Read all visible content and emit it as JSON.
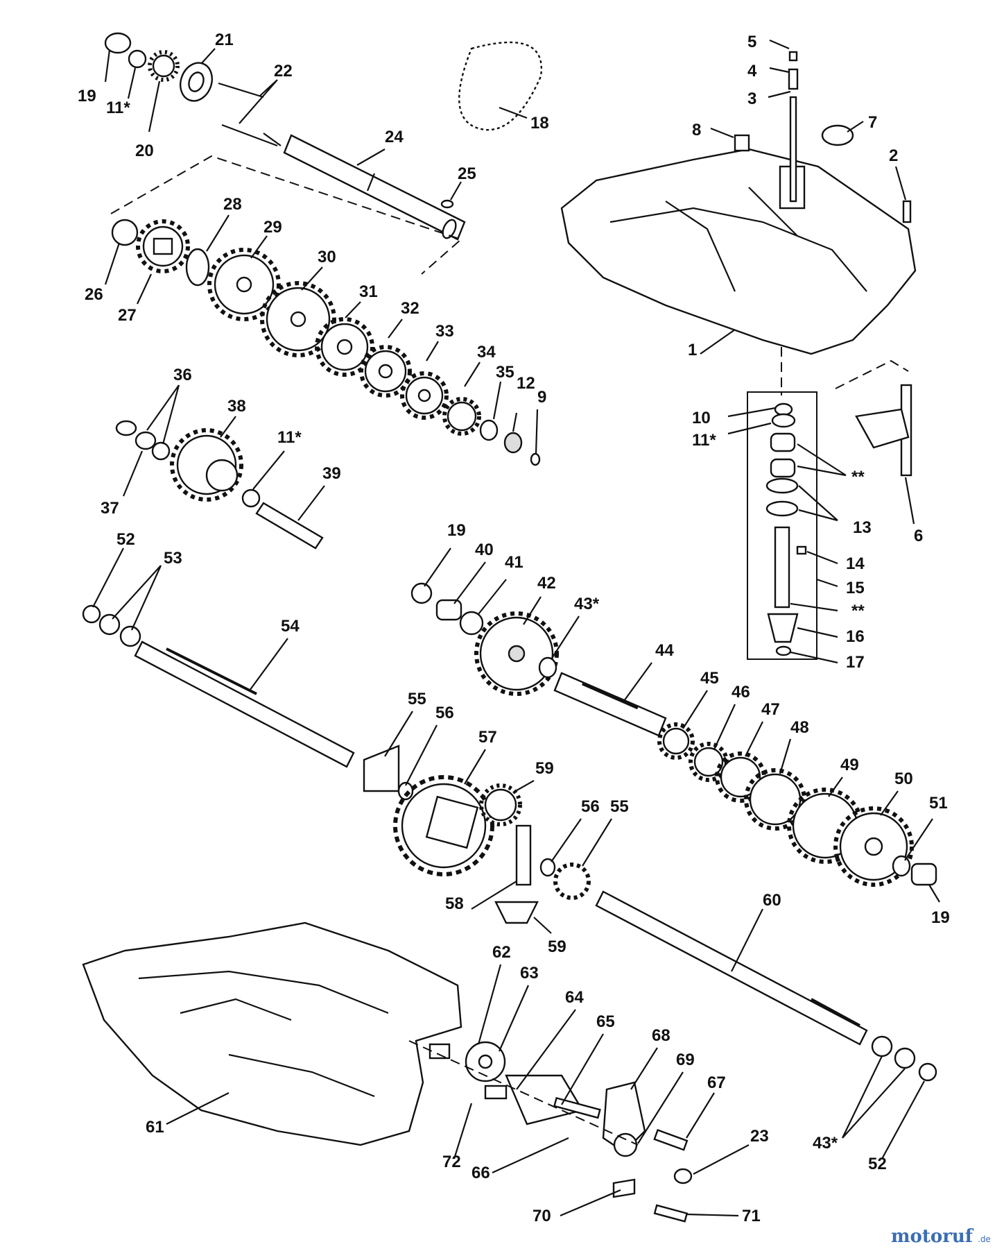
{
  "diagram": {
    "labels": [
      {
        "id": "19a",
        "text": "19"
      },
      {
        "id": "11a",
        "text": "11*"
      },
      {
        "id": "20",
        "text": "20"
      },
      {
        "id": "21",
        "text": "21"
      },
      {
        "id": "22",
        "text": "22"
      },
      {
        "id": "18",
        "text": "18"
      },
      {
        "id": "24",
        "text": "24"
      },
      {
        "id": "25",
        "text": "25"
      },
      {
        "id": "5",
        "text": "5"
      },
      {
        "id": "4",
        "text": "4"
      },
      {
        "id": "3",
        "text": "3"
      },
      {
        "id": "8",
        "text": "8"
      },
      {
        "id": "7",
        "text": "7"
      },
      {
        "id": "2",
        "text": "2"
      },
      {
        "id": "26",
        "text": "26"
      },
      {
        "id": "27",
        "text": "27"
      },
      {
        "id": "28",
        "text": "28"
      },
      {
        "id": "29",
        "text": "29"
      },
      {
        "id": "30",
        "text": "30"
      },
      {
        "id": "31",
        "text": "31"
      },
      {
        "id": "32",
        "text": "32"
      },
      {
        "id": "33",
        "text": "33"
      },
      {
        "id": "34",
        "text": "34"
      },
      {
        "id": "35",
        "text": "35"
      },
      {
        "id": "12",
        "text": "12"
      },
      {
        "id": "9",
        "text": "9"
      },
      {
        "id": "1",
        "text": "1"
      },
      {
        "id": "36",
        "text": "36"
      },
      {
        "id": "38",
        "text": "38"
      },
      {
        "id": "11b",
        "text": "11*"
      },
      {
        "id": "39",
        "text": "39"
      },
      {
        "id": "37",
        "text": "37"
      },
      {
        "id": "10",
        "text": "10"
      },
      {
        "id": "11c",
        "text": "11*"
      },
      {
        "id": "starA",
        "text": "**"
      },
      {
        "id": "13",
        "text": "13"
      },
      {
        "id": "6",
        "text": "6"
      },
      {
        "id": "14",
        "text": "14"
      },
      {
        "id": "15",
        "text": "15"
      },
      {
        "id": "starB",
        "text": "**"
      },
      {
        "id": "16",
        "text": "16"
      },
      {
        "id": "17",
        "text": "17"
      },
      {
        "id": "52a",
        "text": "52"
      },
      {
        "id": "53",
        "text": "53"
      },
      {
        "id": "54",
        "text": "54"
      },
      {
        "id": "19b",
        "text": "19"
      },
      {
        "id": "40",
        "text": "40"
      },
      {
        "id": "41",
        "text": "41"
      },
      {
        "id": "42",
        "text": "42"
      },
      {
        "id": "43a",
        "text": "43*"
      },
      {
        "id": "44",
        "text": "44"
      },
      {
        "id": "45",
        "text": "45"
      },
      {
        "id": "46",
        "text": "46"
      },
      {
        "id": "47",
        "text": "47"
      },
      {
        "id": "48",
        "text": "48"
      },
      {
        "id": "49",
        "text": "49"
      },
      {
        "id": "50",
        "text": "50"
      },
      {
        "id": "51",
        "text": "51"
      },
      {
        "id": "55a",
        "text": "55"
      },
      {
        "id": "56a",
        "text": "56"
      },
      {
        "id": "57",
        "text": "57"
      },
      {
        "id": "59a",
        "text": "59"
      },
      {
        "id": "56b",
        "text": "56"
      },
      {
        "id": "55b",
        "text": "55"
      },
      {
        "id": "58",
        "text": "58"
      },
      {
        "id": "59b",
        "text": "59"
      },
      {
        "id": "19c",
        "text": "19"
      },
      {
        "id": "60",
        "text": "60"
      },
      {
        "id": "62",
        "text": "62"
      },
      {
        "id": "63",
        "text": "63"
      },
      {
        "id": "64",
        "text": "64"
      },
      {
        "id": "65",
        "text": "65"
      },
      {
        "id": "68",
        "text": "68"
      },
      {
        "id": "69",
        "text": "69"
      },
      {
        "id": "67",
        "text": "67"
      },
      {
        "id": "61",
        "text": "61"
      },
      {
        "id": "72",
        "text": "72"
      },
      {
        "id": "66",
        "text": "66"
      },
      {
        "id": "23",
        "text": "23"
      },
      {
        "id": "43b",
        "text": "43*"
      },
      {
        "id": "52b",
        "text": "52"
      },
      {
        "id": "70",
        "text": "70"
      },
      {
        "id": "71",
        "text": "71"
      }
    ]
  },
  "watermark": {
    "brand": "motoruf",
    "suffix": ".de"
  }
}
